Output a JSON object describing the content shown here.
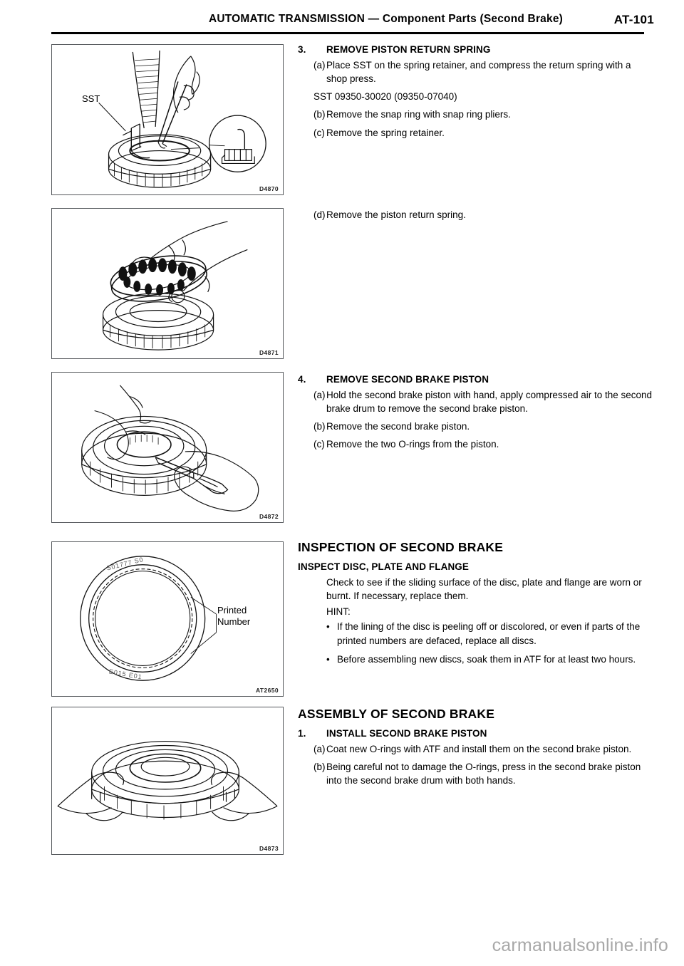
{
  "header": {
    "section": "AUTOMATIC TRANSMISSION",
    "dash": "—",
    "subject": "Component Parts (Second Brake)",
    "page_number": "AT-101"
  },
  "figures": [
    {
      "code": "D4870",
      "label": "SST",
      "caption_name": "sst-on-spring-retainer-press"
    },
    {
      "code": "D4871",
      "label": "",
      "caption_name": "removing-piston-return-spring"
    },
    {
      "code": "D4872",
      "label": "",
      "caption_name": "removing-second-brake-piston"
    },
    {
      "code": "AT2650",
      "label": "Printed\nNumber",
      "caption_name": "disc-printed-number"
    },
    {
      "code": "D4873",
      "label": "",
      "caption_name": "installing-second-brake-piston"
    }
  ],
  "steps": {
    "step3": {
      "number": "3.",
      "title": "REMOVE PISTON RETURN SPRING",
      "items": [
        {
          "mark": "(a)",
          "text": "Place SST on the spring retainer, and compress the return spring with a shop press."
        }
      ],
      "sst_line": "SST 09350-30020 (09350-07040)",
      "items2": [
        {
          "mark": "(b)",
          "text": "Remove the snap ring with snap ring pliers."
        },
        {
          "mark": "(c)",
          "text": "Remove the spring retainer."
        }
      ],
      "item_d": {
        "mark": "(d)",
        "text": "Remove the piston return spring."
      }
    },
    "step4": {
      "number": "4.",
      "title": "REMOVE SECOND BRAKE PISTON",
      "items": [
        {
          "mark": "(a)",
          "text": "Hold the second brake piston with hand, apply compressed air to the second brake drum to remove the second brake piston."
        },
        {
          "mark": "(b)",
          "text": "Remove the second brake piston."
        },
        {
          "mark": "(c)",
          "text": "Remove the two O-rings from the piston."
        }
      ]
    }
  },
  "inspection": {
    "heading": "INSPECTION OF SECOND BRAKE",
    "subheading": "INSPECT DISC, PLATE AND FLANGE",
    "body": "Check to see if the sliding surface of the disc, plate and flange are worn or burnt. If necessary, replace them.",
    "hint_label": "HINT:",
    "bullet_mark": "•",
    "bullets": [
      "If the lining of the disc is peeling off or discolored, or even if parts of the printed numbers are defaced, replace all discs.",
      "Before assembling new discs, soak them in ATF for at least two hours."
    ]
  },
  "assembly": {
    "heading": "ASSEMBLY OF SECOND BRAKE",
    "step1": {
      "number": "1.",
      "title": "INSTALL SECOND BRAKE PISTON",
      "items": [
        {
          "mark": "(a)",
          "text": "Coat new O-rings with ATF and install them on the second brake piston."
        },
        {
          "mark": "(b)",
          "text": "Being careful not to damage the O-rings, press in the second brake piston into the second brake drum with both hands."
        }
      ]
    }
  },
  "watermark": "carmanualsonline.info"
}
